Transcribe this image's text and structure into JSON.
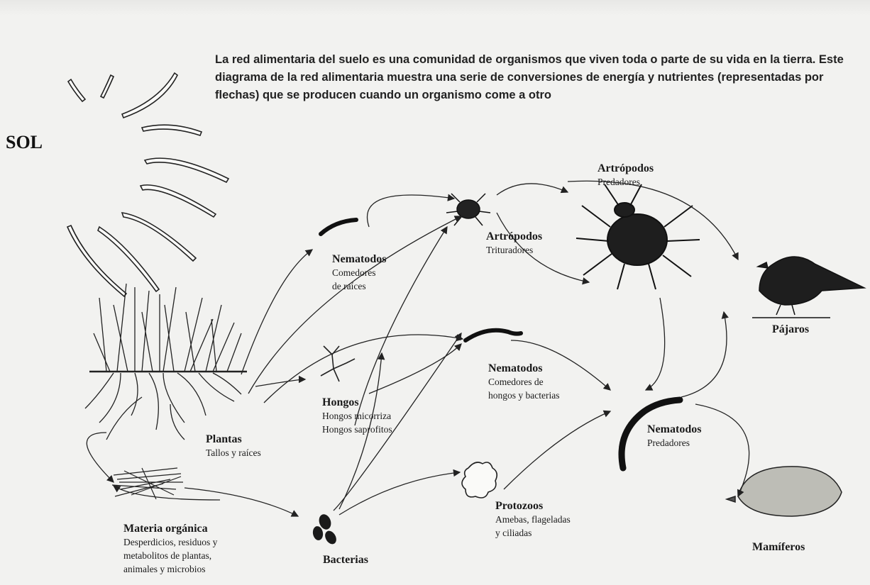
{
  "caption": "La red alimentaria del suelo es una comunidad de organismos que viven toda o parte de su vida en la tierra. Este diagrama de la red alimentaria muestra una serie de conversiones de energía y nutrientes (representadas por flechas) que se producen cuando un organismo come a otro",
  "sun_label": "SOL",
  "nodes": {
    "artropodos_predadores": {
      "title": "Artrópodos",
      "lines": [
        "Predadores"
      ]
    },
    "artropodos_trituradores": {
      "title": "Artrópodos",
      "lines": [
        "Trituradores"
      ]
    },
    "nematodos_raices": {
      "title": "Nematodos",
      "lines": [
        "Comedores",
        "de raíces"
      ]
    },
    "nematodos_hongos": {
      "title": "Nematodos",
      "lines": [
        "Comedores de",
        "hongos y bacterias"
      ]
    },
    "nematodos_predadores": {
      "title": "Nematodos",
      "lines": [
        "Predadores"
      ]
    },
    "hongos": {
      "title": "Hongos",
      "lines": [
        "Hongos micorriza",
        "Hongos saprofitos"
      ]
    },
    "plantas": {
      "title": "Plantas",
      "lines": [
        "Tallos y raíces"
      ]
    },
    "materia_organica": {
      "title": "Materia orgánica",
      "lines": [
        "Desperdicios, residuos y",
        "metabolitos de plantas,",
        "animales y microbios"
      ]
    },
    "protozoos": {
      "title": "Protozoos",
      "lines": [
        "Amebas, flageladas",
        "y ciliadas"
      ]
    },
    "bacterias": {
      "title": "Bacterias",
      "lines": []
    },
    "pajaros": {
      "title": "Pájaros",
      "lines": []
    },
    "mamiferos": {
      "title": "Mamíferos",
      "lines": []
    }
  },
  "colors": {
    "ink": "#1a1a1a",
    "paper": "#f2f2f0"
  }
}
